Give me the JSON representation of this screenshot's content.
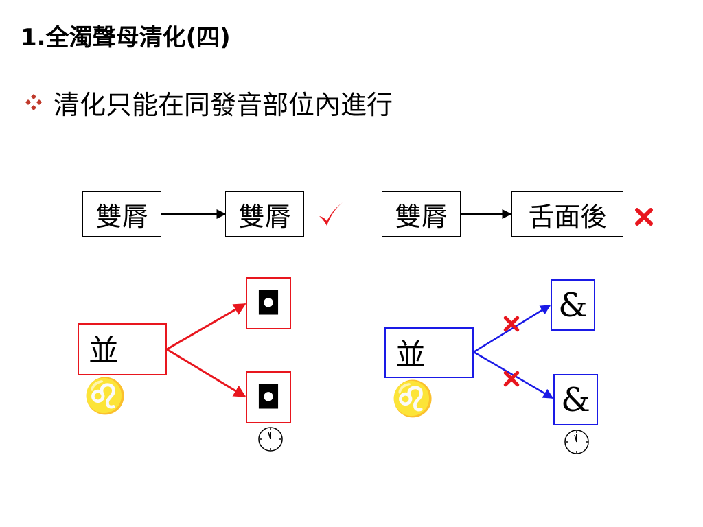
{
  "slide": {
    "title": "1.全濁聲母清化(四)",
    "bullet_text": "清化只能在同發音部位內進行"
  },
  "top_diagram": {
    "left_pair": {
      "from": "雙脣",
      "to": "雙脣",
      "mark": "✓"
    },
    "right_pair": {
      "from": "雙脣",
      "to": "舌面後",
      "mark": "✗"
    }
  },
  "lower_diagram": {
    "left": {
      "source_char": "並",
      "source_glyph": "♌",
      "target_top_glyph": "◘",
      "target_bottom_glyph": "◘",
      "color": "#e8161e"
    },
    "right": {
      "source_char": "並",
      "source_glyph": "♌",
      "target_top_glyph": "&",
      "target_bottom_glyph": "&",
      "color": "#1a1ae6",
      "cross_mark": "✗"
    }
  },
  "colors": {
    "check_red": "#e8161e",
    "blue": "#1a1ae6",
    "bullet": "#c0392b"
  }
}
